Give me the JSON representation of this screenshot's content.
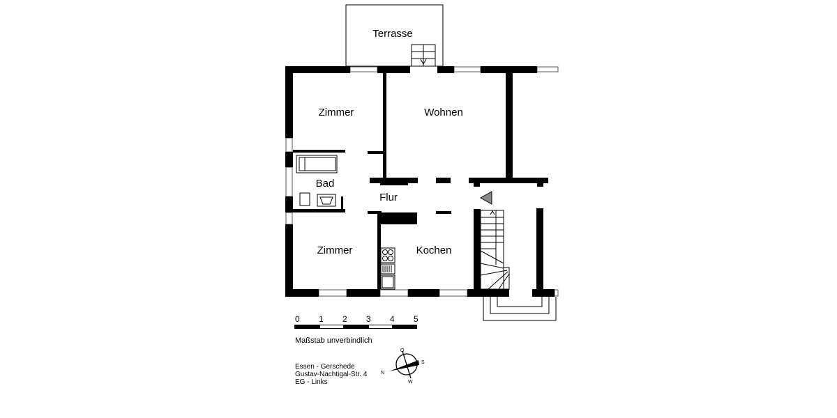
{
  "rooms": {
    "terrasse": "Terrasse",
    "zimmer_top": "Zimmer",
    "wohnen": "Wohnen",
    "bad": "Bad",
    "flur": "Flur",
    "zimmer_bottom": "Zimmer",
    "kochen": "Kochen"
  },
  "scale": {
    "ticks": [
      "0",
      "1",
      "2",
      "3",
      "4",
      "5"
    ],
    "note": "Maßstab unverbindlich"
  },
  "address": {
    "line1": "Essen - Gerschede",
    "line2": "Gustav-Nachtigal-Str. 4",
    "line3": "EG - Links"
  },
  "compass": {
    "n": "N",
    "o": "O",
    "s": "S",
    "w": "W"
  },
  "colors": {
    "wall": "#000000",
    "entrance_arrow": "#888888"
  }
}
